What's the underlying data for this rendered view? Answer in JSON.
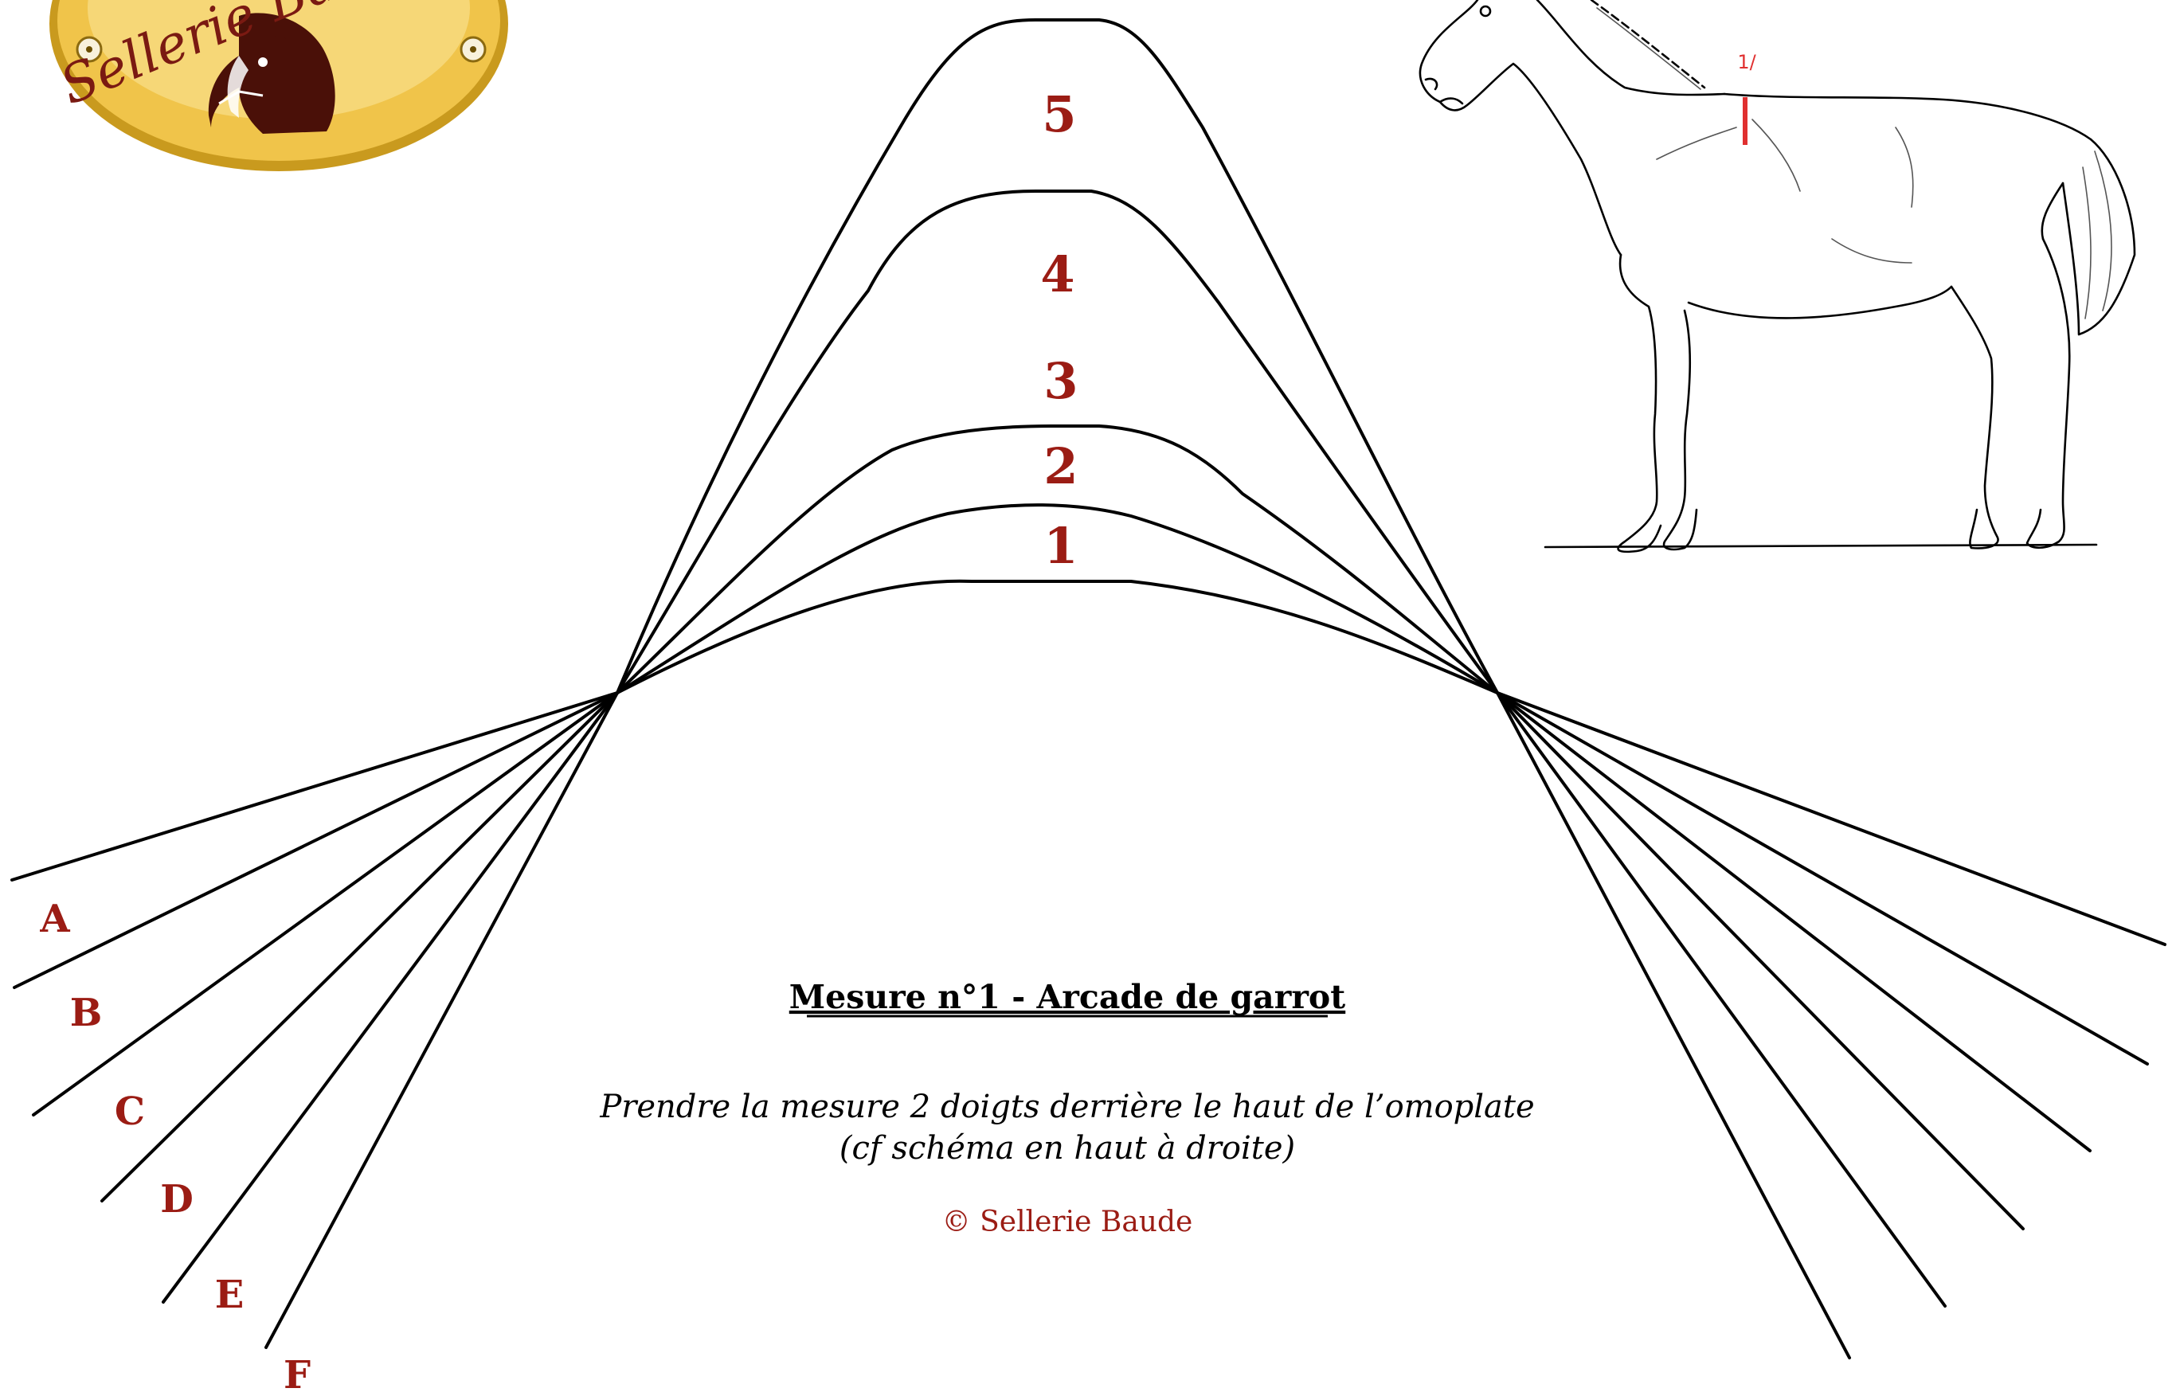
{
  "logo": {
    "text": "Sellerie Baude",
    "plate_color": "#f0c44a",
    "plate_edge": "#c99a1e",
    "text_color": "#7a1a12"
  },
  "arches": [
    {
      "label": "1"
    },
    {
      "label": "2"
    },
    {
      "label": "3"
    },
    {
      "label": "4"
    },
    {
      "label": "5"
    }
  ],
  "branches": [
    {
      "label": "A"
    },
    {
      "label": "B"
    },
    {
      "label": "C"
    },
    {
      "label": "D"
    },
    {
      "label": "E"
    },
    {
      "label": "F"
    }
  ],
  "horse_sketch": {
    "marker_label": "1/"
  },
  "caption": {
    "title": "Mesure n°1 - Arcade de garrot",
    "instruction_line1": "Prendre la mesure 2 doigts derrière le haut de l’omoplate",
    "instruction_line2": "(cf schéma en haut à droite)",
    "copyright": "© Sellerie Baude"
  },
  "colors": {
    "accent": "#9b1c14",
    "line": "#000000",
    "marker": "#e03030",
    "background": "#ffffff"
  }
}
